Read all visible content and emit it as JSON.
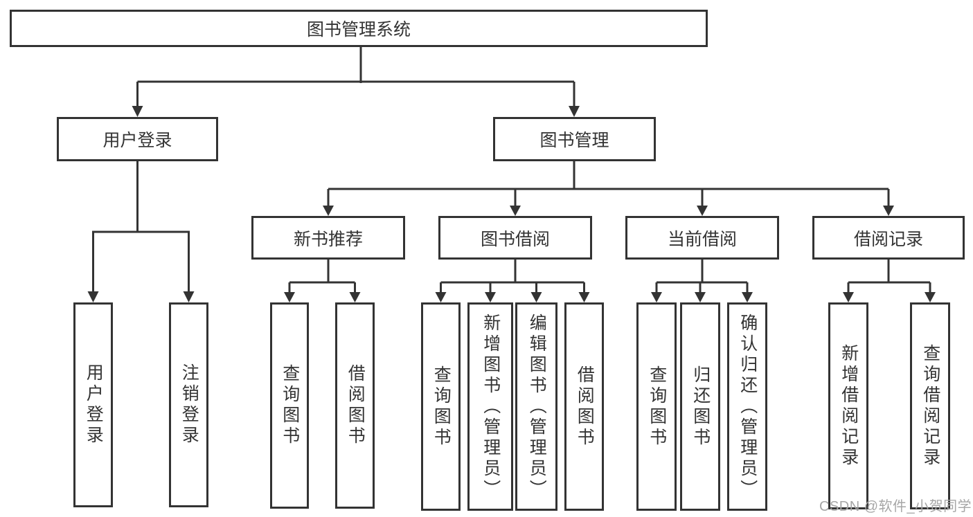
{
  "diagram": {
    "colors": {
      "line": "#333333",
      "node_border": "#333333",
      "node_text": "#333333",
      "background": "#ffffff",
      "watermark_text": "#a6a6a6"
    },
    "root": {
      "label": "图书管理系统"
    },
    "level2": [
      {
        "label": "用户登录",
        "parent": "图书管理系统"
      },
      {
        "label": "图书管理",
        "parent": "图书管理系统"
      }
    ],
    "level3": [
      {
        "label": "新书推荐",
        "parent": "图书管理"
      },
      {
        "label": "图书借阅",
        "parent": "图书管理"
      },
      {
        "label": "当前借阅",
        "parent": "图书管理"
      },
      {
        "label": "借阅记录",
        "parent": "图书管理"
      }
    ],
    "leaves": [
      {
        "label": "用户登录",
        "parent": "用户登录"
      },
      {
        "label": "注销登录",
        "parent": "用户登录"
      },
      {
        "label": "查询图书",
        "parent": "新书推荐"
      },
      {
        "label": "借阅图书",
        "parent": "新书推荐"
      },
      {
        "label": "查询图书",
        "parent": "图书借阅"
      },
      {
        "label": "新增图书（管理员）",
        "parent": "图书借阅"
      },
      {
        "label": "编辑图书（管理员）",
        "parent": "图书借阅"
      },
      {
        "label": "借阅图书",
        "parent": "图书借阅"
      },
      {
        "label": "查询图书",
        "parent": "当前借阅"
      },
      {
        "label": "归还图书",
        "parent": "当前借阅"
      },
      {
        "label": "确认归还（管理员）",
        "parent": "当前借阅"
      },
      {
        "label": "新增借阅记录",
        "parent": "借阅记录"
      },
      {
        "label": "查询借阅记录",
        "parent": "借阅记录"
      }
    ],
    "watermark": "CSDN @软件_小贺同学"
  }
}
